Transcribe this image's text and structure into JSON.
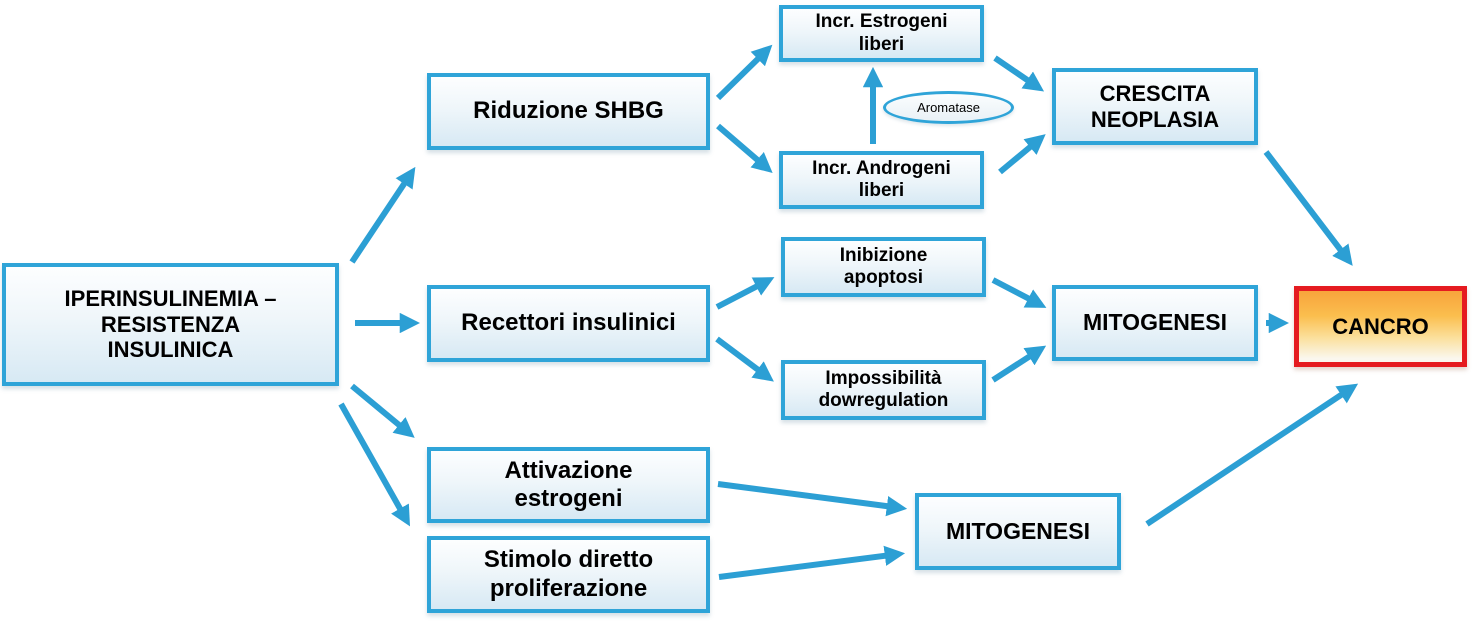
{
  "colors": {
    "box_border": "#2FA4D8",
    "arrow": "#2C9FD4",
    "box_fill_top": "#FDFEFF",
    "box_fill_bottom": "#D7E9F4",
    "cancro_border": "#E51B20",
    "cancro_fill_top": "#F8A43C",
    "cancro_fill_bottom": "#FAF7EE",
    "text": "#000000"
  },
  "nodes": {
    "source": {
      "label": "IPERINSULINEMIA –\nRESISTENZA\nINSULINICA"
    },
    "riduzione_shbg": {
      "label": "Riduzione SHBG"
    },
    "incr_estrogeni": {
      "label": "Incr. Estrogeni\nliberi"
    },
    "incr_androgeni": {
      "label": "Incr. Androgeni\nliberi"
    },
    "aromatase": {
      "label": "Aromatase"
    },
    "crescita_neoplasia": {
      "label": "CRESCITA\nNEOPLASIA"
    },
    "recettori": {
      "label": "Recettori insulinici"
    },
    "inibizione": {
      "label": "Inibizione\napoptosi"
    },
    "impossibilita": {
      "label": "Impossibilità\ndowregulation"
    },
    "mitogenesi_1": {
      "label": "MITOGENESI"
    },
    "cancro": {
      "label": "CANCRO"
    },
    "attivazione": {
      "label": "Attivazione\nestrogeni"
    },
    "stimolo": {
      "label": "Stimolo diretto\nproliferazione"
    },
    "mitogenesi_2": {
      "label": "MITOGENESI"
    }
  },
  "edges": [
    {
      "from": "source",
      "to": "riduzione_shbg"
    },
    {
      "from": "source",
      "to": "recettori"
    },
    {
      "from": "source",
      "to": "attivazione"
    },
    {
      "from": "source",
      "to": "stimolo"
    },
    {
      "from": "riduzione_shbg",
      "to": "incr_estrogeni"
    },
    {
      "from": "riduzione_shbg",
      "to": "incr_androgeni"
    },
    {
      "from": "incr_androgeni",
      "to": "incr_estrogeni",
      "via": "aromatase"
    },
    {
      "from": "incr_estrogeni",
      "to": "crescita_neoplasia"
    },
    {
      "from": "incr_androgeni",
      "to": "crescita_neoplasia"
    },
    {
      "from": "recettori",
      "to": "inibizione"
    },
    {
      "from": "recettori",
      "to": "impossibilita"
    },
    {
      "from": "inibizione",
      "to": "mitogenesi_1"
    },
    {
      "from": "impossibilita",
      "to": "mitogenesi_1"
    },
    {
      "from": "mitogenesi_1",
      "to": "cancro"
    },
    {
      "from": "crescita_neoplasia",
      "to": "cancro"
    },
    {
      "from": "attivazione",
      "to": "mitogenesi_2"
    },
    {
      "from": "stimolo",
      "to": "mitogenesi_2"
    },
    {
      "from": "mitogenesi_2",
      "to": "cancro"
    }
  ]
}
